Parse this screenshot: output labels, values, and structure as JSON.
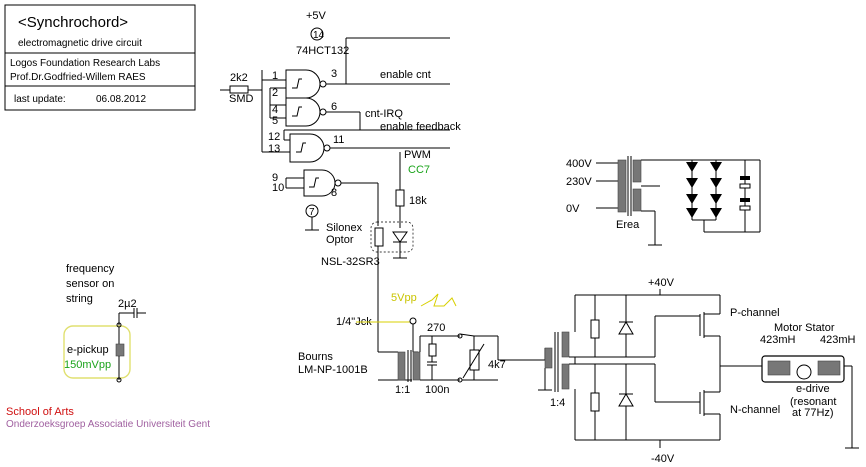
{
  "title_block": {
    "title": "<Synchrochord>",
    "subtitle": "electromagnetic drive circuit",
    "lab": "Logos Foundation Research Labs",
    "author": "Prof.Dr.Godfried-Willem RAES",
    "last_update_label": "last update:",
    "last_update_value": "06.08.2012"
  },
  "logic": {
    "supply": "+5V",
    "supply_pin": "14",
    "ic": "74HCT132",
    "gnd_pin": "7",
    "pins": [
      "1",
      "2",
      "3",
      "4",
      "5",
      "6",
      "12",
      "13",
      "11",
      "9",
      "10",
      "8"
    ],
    "resistor": "2k2",
    "resistor_note": "SMD",
    "signals": {
      "enable_cnt": "enable cnt",
      "cnt_irq": "cnt-IRQ",
      "enable_feedback": "enable feedback",
      "pwm": "PWM",
      "pwm_channel": "CC7"
    }
  },
  "optocoupler": {
    "resistor": "18k",
    "label1": "Silonex",
    "label2": "Optor",
    "part": "NSL-32SR3"
  },
  "pickup": {
    "caption": [
      "frequency",
      "sensor on",
      "string"
    ],
    "capacitor": "2µ2",
    "name": "e-pickup",
    "level": "150mVpp"
  },
  "input_stage": {
    "jack": "1/4\"Jck",
    "level": "5Vpp",
    "r1": "270",
    "c1": "100n",
    "pot": "4k7",
    "transformer_ratio": "1:1",
    "transformer_brand": "Bourns",
    "transformer_part": "LM-NP-1001B"
  },
  "power_supply": {
    "v400": "400V",
    "v230": "230V",
    "v0": "0V",
    "transformer": "Erea"
  },
  "output_stage": {
    "vpos": "+40V",
    "vneg": "-40V",
    "transformer_ratio": "1:4",
    "p_channel": "P-channel",
    "n_channel": "N-channel",
    "stator_title": "Motor Stator",
    "ind1": "423mH",
    "ind2": "423mH",
    "drive": "e-drive",
    "drive_note1": "(resonant",
    "drive_note2": "at 77Hz)"
  },
  "footer": {
    "school": "School of Arts",
    "group": "Onderzoeksgroep Associatie Universiteit Gent"
  },
  "colors": {
    "green": "#1aa31a",
    "yellow": "#c9c400",
    "red": "#d01010",
    "purple": "#a060a0",
    "core_gray": "#777777"
  }
}
